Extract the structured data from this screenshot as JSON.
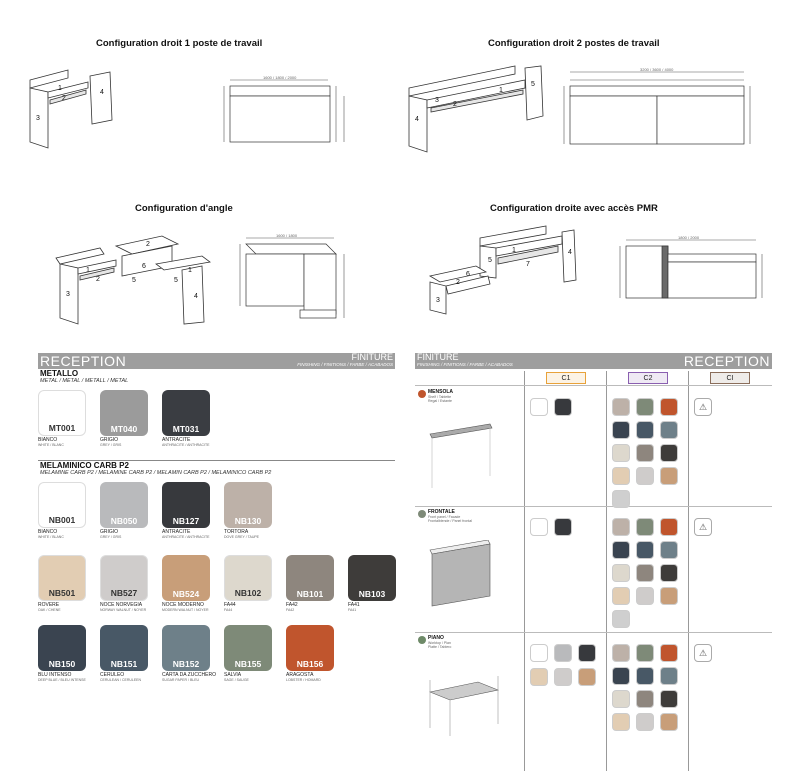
{
  "configs": {
    "c1": {
      "title": "Configuration droit 1 poste de travail"
    },
    "c2": {
      "title": "Configuration droit 2 postes de travail"
    },
    "c3": {
      "title": "Configuration d'angle"
    },
    "c4": {
      "title": "Configuration droite avec accès PMR"
    }
  },
  "left_header": {
    "big": "RECEPTION",
    "small": "FINITURE",
    "sub": "FINISHING / FINITIONS / FARBE / ACABADOS"
  },
  "right_header": {
    "big": "RECEPTION",
    "small": "FINITURE",
    "sub": "FINISHING / FINITIONS / FARBE / ACABADOS"
  },
  "metallo": {
    "title": "METALLO",
    "sub": "METAL / METAL / METALL / METAL",
    "items": [
      {
        "code": "MT001",
        "name": "BIANCO",
        "desc": "WHITE / BLANC",
        "color": "#ffffff"
      },
      {
        "code": "MT040",
        "name": "GRIGIO",
        "desc": "GREY / GRIS",
        "color": "#9b9b9b"
      },
      {
        "code": "MT031",
        "name": "ANTRACITE",
        "desc": "ANTHRACITE / ANTHRACITE",
        "color": "#3a3d42"
      }
    ]
  },
  "melaminico": {
    "title": "MELAMINICO CARB P2",
    "sub": "MELAMINE CARB P2 / MELAMINE CARB P2 / MELAMIN CARB P2 / MELAMINICO CARB P2",
    "items": [
      {
        "code": "NB001",
        "name": "BIANCO",
        "desc": "WHITE / BLANC",
        "color": "#ffffff"
      },
      {
        "code": "NB050",
        "name": "GRIGIO",
        "desc": "GREY / GRIS",
        "color": "#b9babc"
      },
      {
        "code": "NB127",
        "name": "ANTRACITE",
        "desc": "ANTHRACITE / ANTHRACITE",
        "color": "#37393d"
      },
      {
        "code": "NB130",
        "name": "TORTORA",
        "desc": "DOVE GREY / TAUPE",
        "color": "#bdb1a8"
      },
      {
        "code": "NB501",
        "name": "ROVERE",
        "desc": "OAK / CHENE",
        "color": "#e2cdb3"
      },
      {
        "code": "NB527",
        "name": "NOCE NORVEGIA",
        "desc": "NORWAY WALNUT / NOYER",
        "color": "#cfcccb"
      },
      {
        "code": "NB524",
        "name": "NOCE MODERNO",
        "desc": "MODERN WALNUT / NOYER",
        "color": "#c89e79"
      },
      {
        "code": "NB102",
        "name": "FA44",
        "desc": "FA44",
        "color": "#ddd8cd"
      },
      {
        "code": "NB101",
        "name": "FA42",
        "desc": "FA42",
        "color": "#8e867e"
      },
      {
        "code": "NB103",
        "name": "FA41",
        "desc": "FA41",
        "color": "#3e3c3a"
      },
      {
        "code": "NB150",
        "name": "BLU INTENSO",
        "desc": "DEEP BLUE / BLEU INTENSE",
        "color": "#3a4450"
      },
      {
        "code": "NB151",
        "name": "CERULEO",
        "desc": "CERULEAN / CERULEEN",
        "color": "#485866"
      },
      {
        "code": "NB152",
        "name": "CARTA DA ZUCCHERO",
        "desc": "SUGAR PAPER / BLEU",
        "color": "#6e8089"
      },
      {
        "code": "NB155",
        "name": "SALVIA",
        "desc": "SAGE / SAUGE",
        "color": "#7e8a78"
      },
      {
        "code": "NB156",
        "name": "ARAGOSTA",
        "desc": "LOBSTER / HOMARD",
        "color": "#c0552d"
      }
    ]
  },
  "right": {
    "cols": [
      {
        "label": "C1",
        "color": "#e8a23a"
      },
      {
        "label": "C2",
        "color": "#8a5fb0"
      },
      {
        "label": "CI",
        "color": "#8a6d5a"
      }
    ],
    "products": [
      {
        "name": "MENSOLA",
        "desc1": "Shelf / Tablette",
        "desc2": "Regal / Estante",
        "icon_color": "#c0552d"
      },
      {
        "name": "FRONTALE",
        "desc1": "Front panel / Facade",
        "desc2": "Frontalblende / Panel frontal",
        "icon_color": "#7e8a78"
      },
      {
        "name": "PIANO",
        "desc1": "Worktop / Plan",
        "desc2": "Platte / Tablero",
        "icon_color": "#6e8a68"
      }
    ]
  }
}
